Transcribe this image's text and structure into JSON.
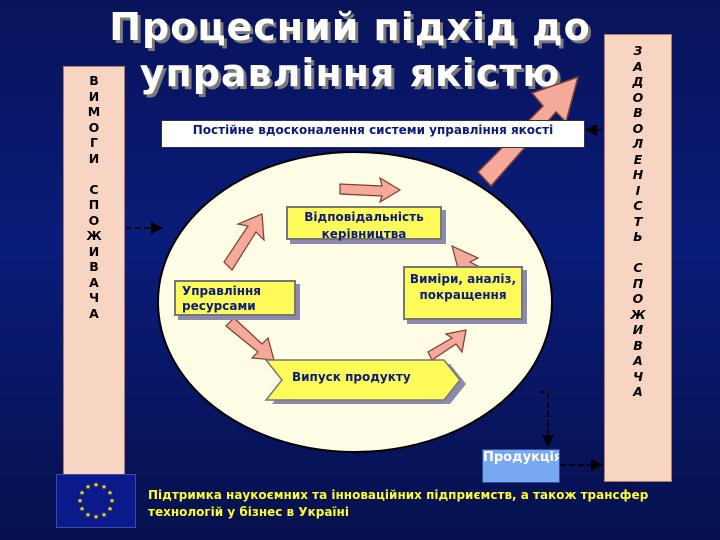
{
  "title": {
    "line1": "Процесний підхід до",
    "line2": "управління якістю"
  },
  "left_bar": {
    "text": "ВИМОГИ СПОЖИВАЧА",
    "letters": [
      "В",
      "И",
      "М",
      "О",
      "Г",
      "И",
      "",
      "С",
      "П",
      "О",
      "Ж",
      "И",
      "В",
      "А",
      "Ч",
      "А"
    ]
  },
  "right_bar": {
    "text": "ЗАДОВОЛЕНІСТЬ СПОЖИВАЧА",
    "letters": [
      "З",
      "А",
      "Д",
      "О",
      "В",
      "О",
      "Л",
      "Е",
      "Н",
      "І",
      "С",
      "Т",
      "Ь",
      "",
      "С",
      "П",
      "О",
      "Ж",
      "И",
      "В",
      "А",
      "Ч",
      "А"
    ]
  },
  "top_box": {
    "text": "Постійне вдосконалення системи управління якості"
  },
  "nodes": {
    "responsibility": "Відповідальність керівництва",
    "resources": "Управління ресурсами",
    "measurement": "Виміри, аналіз, покращення",
    "release": "Випуск продукту"
  },
  "product": {
    "text": "Продукція"
  },
  "footer": {
    "text": "Підтримка наукоємних та інноваційних підприємств, а також трансфер технологій у бізнес в Україні"
  },
  "colors": {
    "background": "#0a1c7a",
    "bars": "#f8d5c2",
    "nodes": "#fffb5a",
    "circle": "#fffde6",
    "product": "#79a8f0",
    "footer_text": "#ffff33"
  }
}
